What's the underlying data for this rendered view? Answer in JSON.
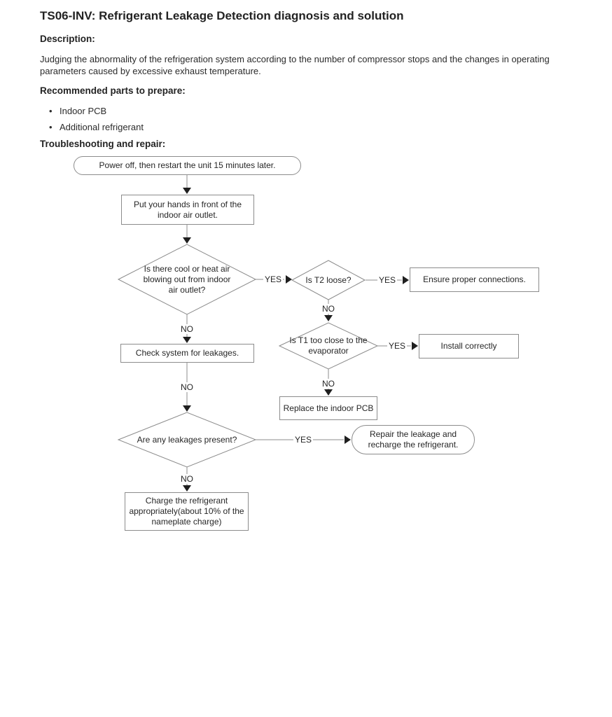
{
  "page": {
    "title": "TS06-INV: Refrigerant Leakage Detection diagnosis and solution",
    "sections": {
      "description_heading": "Description:",
      "description_body": "Judging the abnormality of the refrigeration system according to the number of compressor stops and the changes in operating parameters caused by excessive exhaust temperature.",
      "parts_heading": "Recommended parts to prepare:",
      "parts": [
        "Indoor PCB",
        "Additional refrigerant"
      ],
      "troubleshooting_heading": "Troubleshooting and repair:"
    }
  },
  "flowchart": {
    "yes_label": "YES",
    "no_label": "NO",
    "nodes": {
      "start": "Power off, then restart the unit 15 minutes later.",
      "hands": "Put your hands in front of the indoor air outlet.",
      "q_airflow": "Is there cool or heat air blowing out from indoor air outlet?",
      "q_t2": "Is T2 loose?",
      "ensure": "Ensure proper connections.",
      "q_t1": "Is T1 too close to the evaporator",
      "install": "Install correctly",
      "replace_pcb": "Replace the indoor PCB",
      "check_leak": "Check system for leakages.",
      "q_leak": "Are any leakages present?",
      "repair": "Repair the leakage and recharge the refrigerant.",
      "charge": "Charge the refrigerant appropriately(about 10% of the nameplate charge)"
    },
    "colors": {
      "line": "#8c8c8c",
      "arrowhead": "#1f1f1f",
      "text": "#262626"
    }
  }
}
